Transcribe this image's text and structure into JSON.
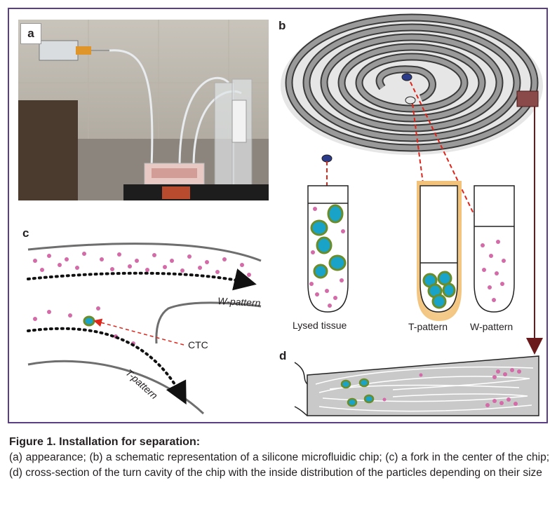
{
  "panels": {
    "a": "a",
    "b": "b",
    "c": "c",
    "d": "d"
  },
  "tubes": {
    "lysed": "Lysed tissue",
    "t": "T-pattern",
    "w": "W-pattern"
  },
  "panel_c": {
    "w_pattern": "W-pattern",
    "t_pattern": "T-pattern",
    "ctc": "CTC"
  },
  "caption": {
    "title": "Figure 1. Installation for separation:",
    "body": "(a) appearance; (b) a schematic representation of a silicone microfluidic chip; (c) a fork in the center of the chip; (d) cross-section of the turn cavity of the chip with the inside distribution of the particles depending on their size"
  },
  "colors": {
    "frame": "#5b3f86",
    "arrow_red": "#e0251b",
    "chip_gray": "#8c8c8c",
    "ctc_cell": "#1aa3c8",
    "ctc_outline": "#6a8d2a",
    "blood_cell": "#d46aa8",
    "glow": "#f2c27a",
    "outlet_arrow": "#6a1a1a"
  }
}
